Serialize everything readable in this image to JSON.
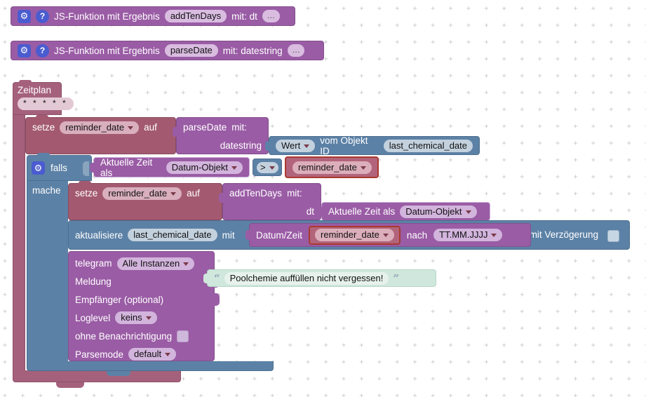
{
  "colors": {
    "function_purple": "#9A5CA5",
    "logic_blue": "#5C81A6",
    "schedule_mauve": "#A5617C",
    "variable_maroon": "#A35A70",
    "getter_rose": "#B2647B",
    "getter_border_red": "#A93A2F",
    "string_mint": "#CFE7DC",
    "icon_badge_blue": "#4A5CD0",
    "grid_dot_gray": "#C9C9C9"
  },
  "icons": {
    "gear": "⚙",
    "help": "?",
    "ellipsis": "..."
  },
  "grid": {
    "char": "+",
    "columns": 37,
    "rows": 24,
    "color": "#C9C9C9"
  },
  "functions": {
    "add_ten_days": {
      "label": "JS-Funktion mit Ergebnis",
      "name": "addTenDays",
      "params": "mit: dt"
    },
    "parse_date": {
      "label": "JS-Funktion mit Ergebnis",
      "name": "parseDate",
      "params": "mit: datestring"
    }
  },
  "schedule": {
    "label": "Zeitplan",
    "cron": "* * * * *"
  },
  "set_reminder_1": {
    "setze": "setze",
    "var": "reminder_date",
    "auf": "auf"
  },
  "call_parse_date": {
    "name": "parseDate",
    "mit": "mit:",
    "param": "datestring"
  },
  "get_object_value": {
    "field": "Wert",
    "label": "vom Objekt ID",
    "object_id": "last_chemical_date"
  },
  "if_block": {
    "falls": "falls",
    "mache": "mache"
  },
  "time_now_1": {
    "label": "Aktuelle Zeit als",
    "format": "Datum-Objekt"
  },
  "compare": {
    "operator": ">"
  },
  "var_reminder_1": {
    "name": "reminder_date"
  },
  "set_reminder_2": {
    "setze": "setze",
    "var": "reminder_date",
    "auf": "auf"
  },
  "call_add_ten_days": {
    "name": "addTenDays",
    "mit": "mit:",
    "param": "dt"
  },
  "time_now_2": {
    "label": "Aktuelle Zeit als",
    "format": "Datum-Objekt"
  },
  "update_state": {
    "label": "aktualisiere",
    "object_id": "last_chemical_date",
    "mit": "mit",
    "delay_label": "mit Verzögerung"
  },
  "datetime_format": {
    "label": "Datum/Zeit",
    "nach": "nach",
    "format": "TT.MM.JJJJ"
  },
  "var_reminder_2": {
    "name": "reminder_date"
  },
  "telegram": {
    "label": "telegram",
    "instance": "Alle Instanzen",
    "message_label": "Meldung",
    "recipient_label": "Empfänger (optional)",
    "loglevel_label": "Loglevel",
    "loglevel_value": "keins",
    "no_notification_label": "ohne Benachrichtigung",
    "parsemode_label": "Parsemode",
    "parsemode_value": "default"
  },
  "message_text": {
    "open_quote": "“",
    "close_quote": "”",
    "value": "Poolchemie auffüllen nicht vergessen!"
  }
}
